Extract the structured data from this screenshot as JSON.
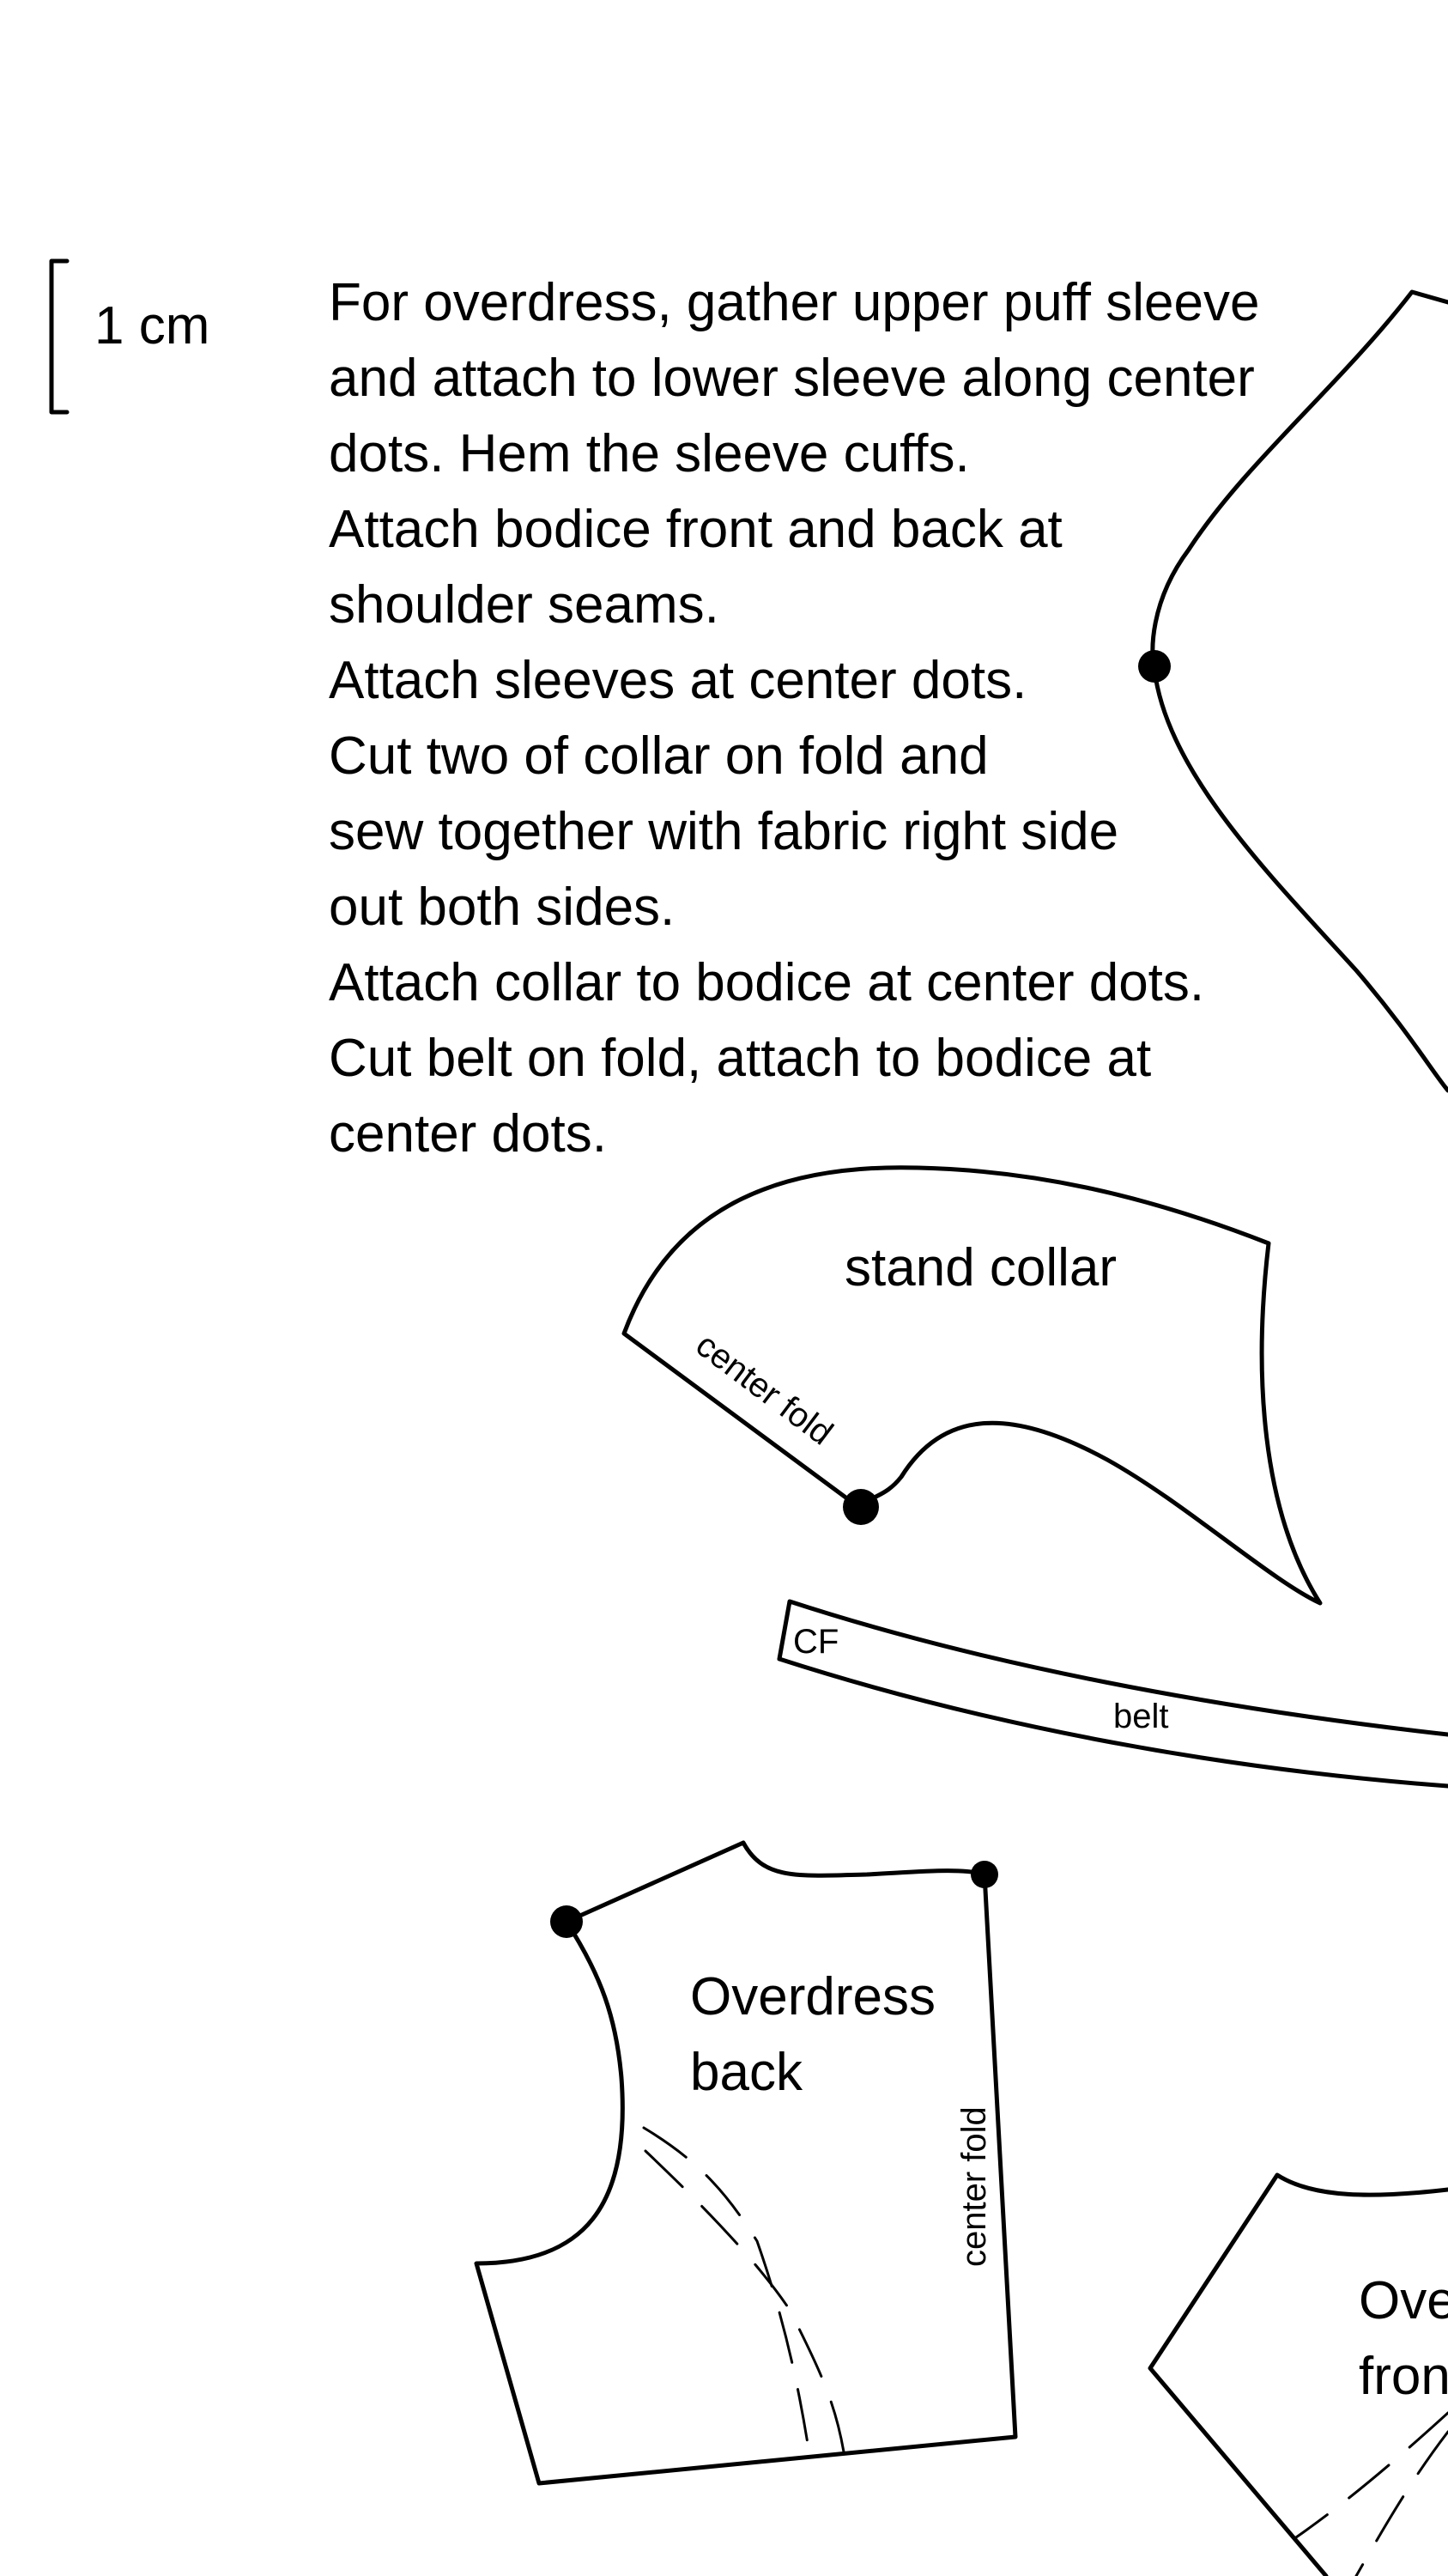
{
  "scale": {
    "label": "1 cm"
  },
  "instructions": [
    "For overdress, gather upper puff sleeve",
    "and attach to lower sleeve along center",
    "dots.  Hem the sleeve cuffs.",
    "Attach bodice front and back at",
    "shoulder seams.",
    "Attach sleeves at center dots.",
    "Cut two of collar on fold and",
    "sew together with fabric right side",
    "out both sides.",
    "Attach collar to bodice at center dots.",
    "Cut belt on fold, attach to bodice at",
    "center dots."
  ],
  "pieces": {
    "collar": {
      "title": "stand collar",
      "fold_label": "center fold"
    },
    "belt": {
      "cf_label": "CF",
      "title": "belt"
    },
    "back": {
      "title_line1": "Overdress",
      "title_line2": "back",
      "fold_label": "center fold"
    },
    "front": {
      "title_line1": "Ove",
      "title_line2": "fron"
    }
  }
}
